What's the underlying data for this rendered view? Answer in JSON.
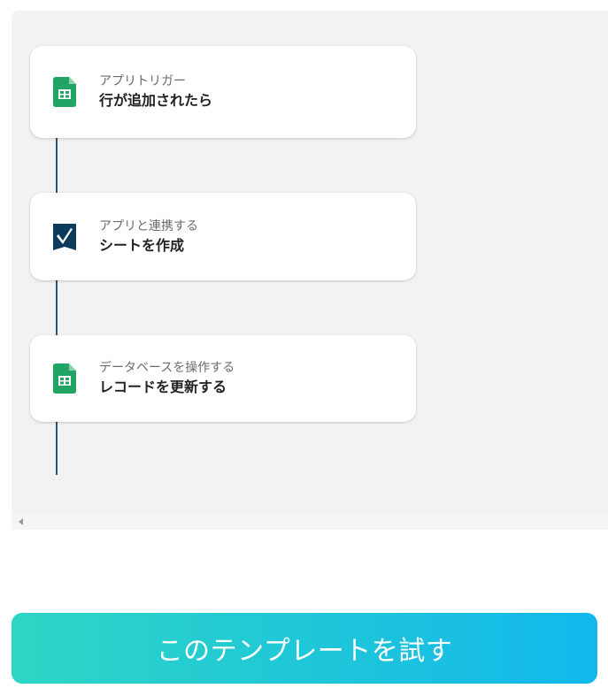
{
  "flow": {
    "steps": [
      {
        "icon": "google-sheets-icon",
        "kind": "アプリトリガー",
        "action": "行が追加されたら"
      },
      {
        "icon": "smartsheet-icon",
        "kind": "アプリと連携する",
        "action": "シートを作成"
      },
      {
        "icon": "google-sheets-icon",
        "kind": "データベースを操作する",
        "action": "レコードを更新する"
      }
    ]
  },
  "colors": {
    "connector": "#1f5a70",
    "sheets_green": "#21a464",
    "smartsheet_navy": "#0b3a5b",
    "cta_gradient_start": "#2dd6c4",
    "cta_gradient_end": "#12b8ec"
  },
  "cta": {
    "label": "このテンプレートを試す"
  }
}
